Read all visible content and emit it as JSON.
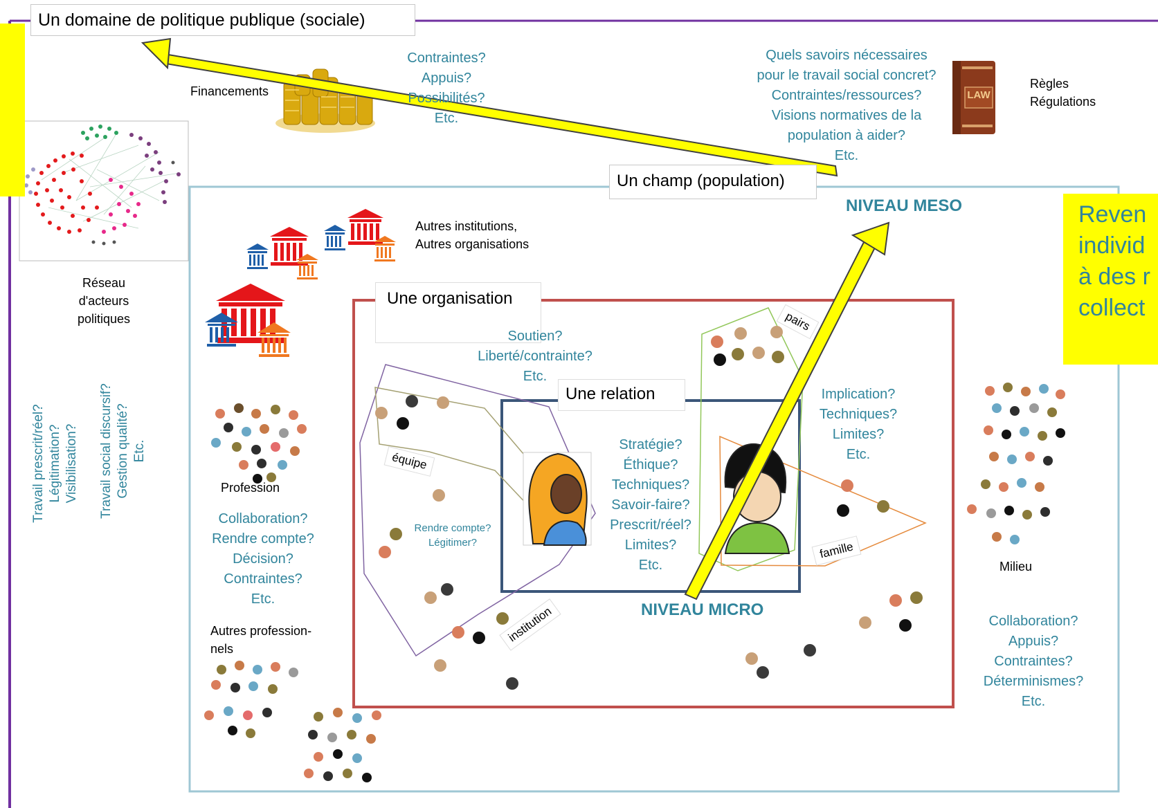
{
  "title_policy": "Un domaine de politique publique (sociale)",
  "label_champ": "Un champ (population)",
  "label_organisation": "Une organisation",
  "label_relation": "Une relation",
  "level_meso": "NIVEAU MESO",
  "level_micro": "NIVEAU MICRO",
  "callout_lines": [
    "Reven",
    "individ",
    "à des r",
    "collect"
  ],
  "financements": "Financements",
  "questions_financements": [
    "Contraintes?",
    "Appuis?",
    "Possibilités?",
    "Etc."
  ],
  "questions_savoirs": [
    "Quels savoirs nécessaires",
    "pour le travail social concret?",
    "Contraintes/ressources?",
    "Visions normatives de la",
    "population à aider?",
    "Etc."
  ],
  "regles": [
    "Règles",
    "Régulations"
  ],
  "law_text": "LAW",
  "reseau": [
    "Réseau",
    "d'acteurs",
    "politiques"
  ],
  "autres_institutions": [
    "Autres institutions,",
    "Autres organisations"
  ],
  "vertical_questions": [
    "Travail prescrit/réel?",
    "Légitimation?",
    "Visibilisation?",
    "Travail social discursif?",
    "Gestion qualité?",
    "Etc."
  ],
  "profession": "Profession",
  "questions_profession": [
    "Collaboration?",
    "Rendre compte?",
    "Décision?",
    "Contraintes?",
    "Etc."
  ],
  "autres_professionnels": [
    "Autres profession-",
    "nels"
  ],
  "questions_organisation": [
    "Soutien?",
    "Liberté/contrainte?",
    "Etc."
  ],
  "tag_equipe": "équipe",
  "tag_institution": "institution",
  "tag_pairs": "pairs",
  "tag_famille": "famille",
  "questions_rendre": [
    "Rendre compte?",
    "Légitimer?"
  ],
  "questions_relation": [
    "Stratégie?",
    "Éthique?",
    "Techniques?",
    "Savoir-faire?",
    "Prescrit/réel?",
    "Limites?",
    "Etc."
  ],
  "questions_implication": [
    "Implication?",
    "Techniques?",
    "Limites?",
    "Etc."
  ],
  "milieu": "Milieu",
  "questions_milieu": [
    "Collaboration?",
    "Appuis?",
    "Contraintes?",
    "Déterminismes?",
    "Etc."
  ],
  "colors": {
    "purple_frame": "#7030a0",
    "teal_box": "#9fc7d4",
    "red_box": "#c0504d",
    "navy_box": "#3b5679",
    "arrow_yellow": "#ffff00",
    "text_teal": "#31859c"
  }
}
